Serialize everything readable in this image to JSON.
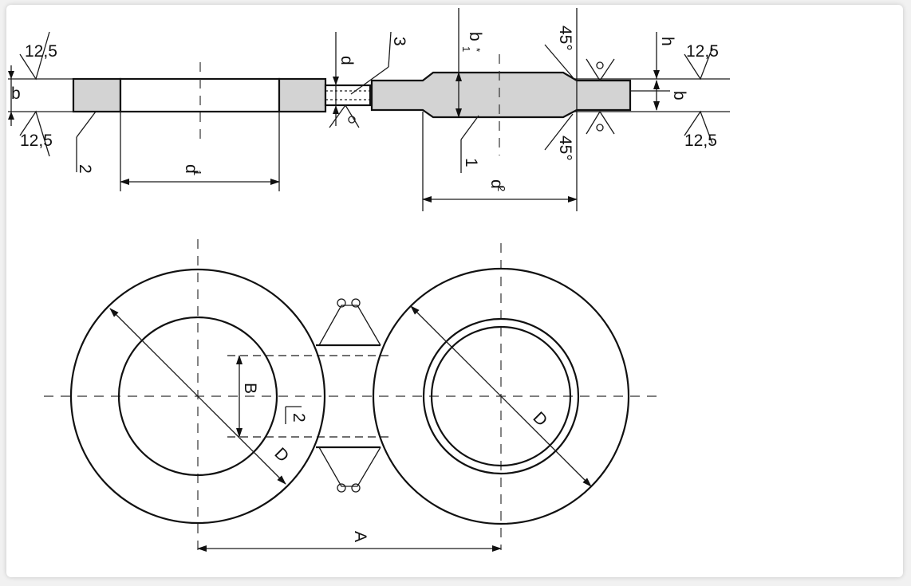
{
  "labels": {
    "roughness": "12,5",
    "b": "b",
    "h": "h",
    "d": "d",
    "d1": "d",
    "d1_sub": "1",
    "d2": "d",
    "d2_sub": "2",
    "b1": "b",
    "b1_sub": "1",
    "b1_star": "*",
    "angle": "45°",
    "part1": "1",
    "part2": "2",
    "part3": "3",
    "B": "B",
    "D": "D",
    "A": "A",
    "two": "2"
  },
  "colors": {
    "fill": "#d3d3d3",
    "line": "#111111",
    "background": "#ffffff"
  }
}
